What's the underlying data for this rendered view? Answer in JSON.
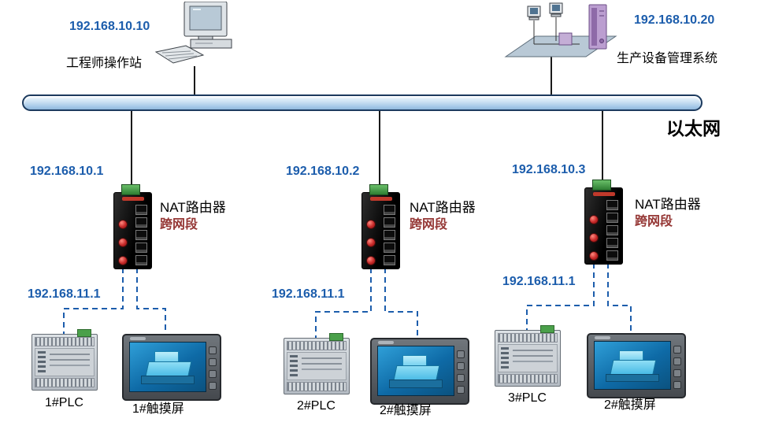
{
  "ethernet": {
    "label": "以太网"
  },
  "workstation": {
    "ip": "192.168.10.10",
    "label": "工程师操作站"
  },
  "management": {
    "ip": "192.168.10.20",
    "label": "生产设备管理系统"
  },
  "groups": [
    {
      "wan_ip": "192.168.10.1",
      "router_label": "NAT路由器",
      "router_note": "跨网段",
      "lan_ip": "192.168.11.1",
      "plc_label": "1#PLC",
      "hmi_label": "1#触摸屏"
    },
    {
      "wan_ip": "192.168.10.2",
      "router_label": "NAT路由器",
      "router_note": "跨网段",
      "lan_ip": "192.168.11.1",
      "plc_label": "2#PLC",
      "hmi_label": "2#触摸屏"
    },
    {
      "wan_ip": "192.168.10.3",
      "router_label": "NAT路由器",
      "router_note": "跨网段",
      "lan_ip": "192.168.11.1",
      "plc_label": "3#PLC",
      "hmi_label": "2#触摸屏"
    }
  ],
  "icons": {
    "workstation": "desktop-computer-icon",
    "management": "server-group-icon",
    "router": "din-rail-nat-router-icon",
    "plc": "plc-module-icon",
    "hmi": "touch-panel-icon"
  },
  "colors": {
    "ip_text": "#1c5dac",
    "note_text": "#953735",
    "dashed_line": "#1c5dac",
    "bus_fill": "#bcd6ee",
    "bus_border": "#1c3a5e",
    "router_body": "#111111",
    "terminal_green": "#3f9b3f"
  }
}
